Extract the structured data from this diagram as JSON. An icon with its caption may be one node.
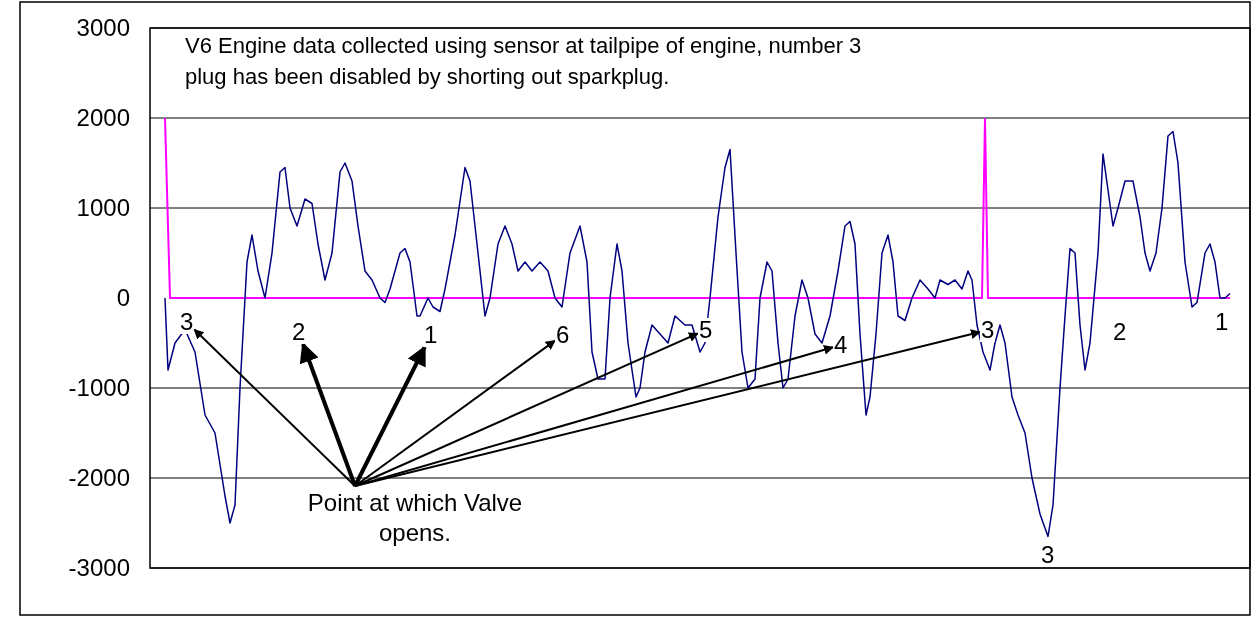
{
  "diagram": {
    "nodes": [
      {
        "text": [
          "3"
        ]
      },
      {
        "text": [
          "2"
        ]
      },
      {
        "text": [
          "1"
        ]
      },
      {
        "text": [
          "6"
        ]
      },
      {
        "text": [
          "5"
        ]
      },
      {
        "text": [
          "4"
        ]
      },
      {
        "text": [
          "3"
        ]
      },
      {
        "text": [
          "Point at which Valve opens."
        ]
      }
    ],
    "edges": [
      {
        "from": 7,
        "to": 0,
        "arrow": "to"
      },
      {
        "from": 7,
        "to": 1,
        "arrow": "to",
        "style": "thick"
      },
      {
        "from": 7,
        "to": 2,
        "arrow": "to",
        "style": "thick"
      },
      {
        "from": 7,
        "to": 3,
        "arrow": "to"
      },
      {
        "from": 7,
        "to": 4,
        "arrow": "to"
      },
      {
        "from": 7,
        "to": 5,
        "arrow": "to"
      },
      {
        "from": 7,
        "to": 6,
        "arrow": "to"
      }
    ],
    "labels": [
      "3000",
      "2000",
      "1000",
      "0",
      "-1000",
      "-2000",
      "-3000",
      "V6 Engine data collected using sensor at tailpipe of engine, number 3 plug has been disabled by shorting out sparkplug.",
      "2",
      "1",
      "3"
    ]
  }
}
